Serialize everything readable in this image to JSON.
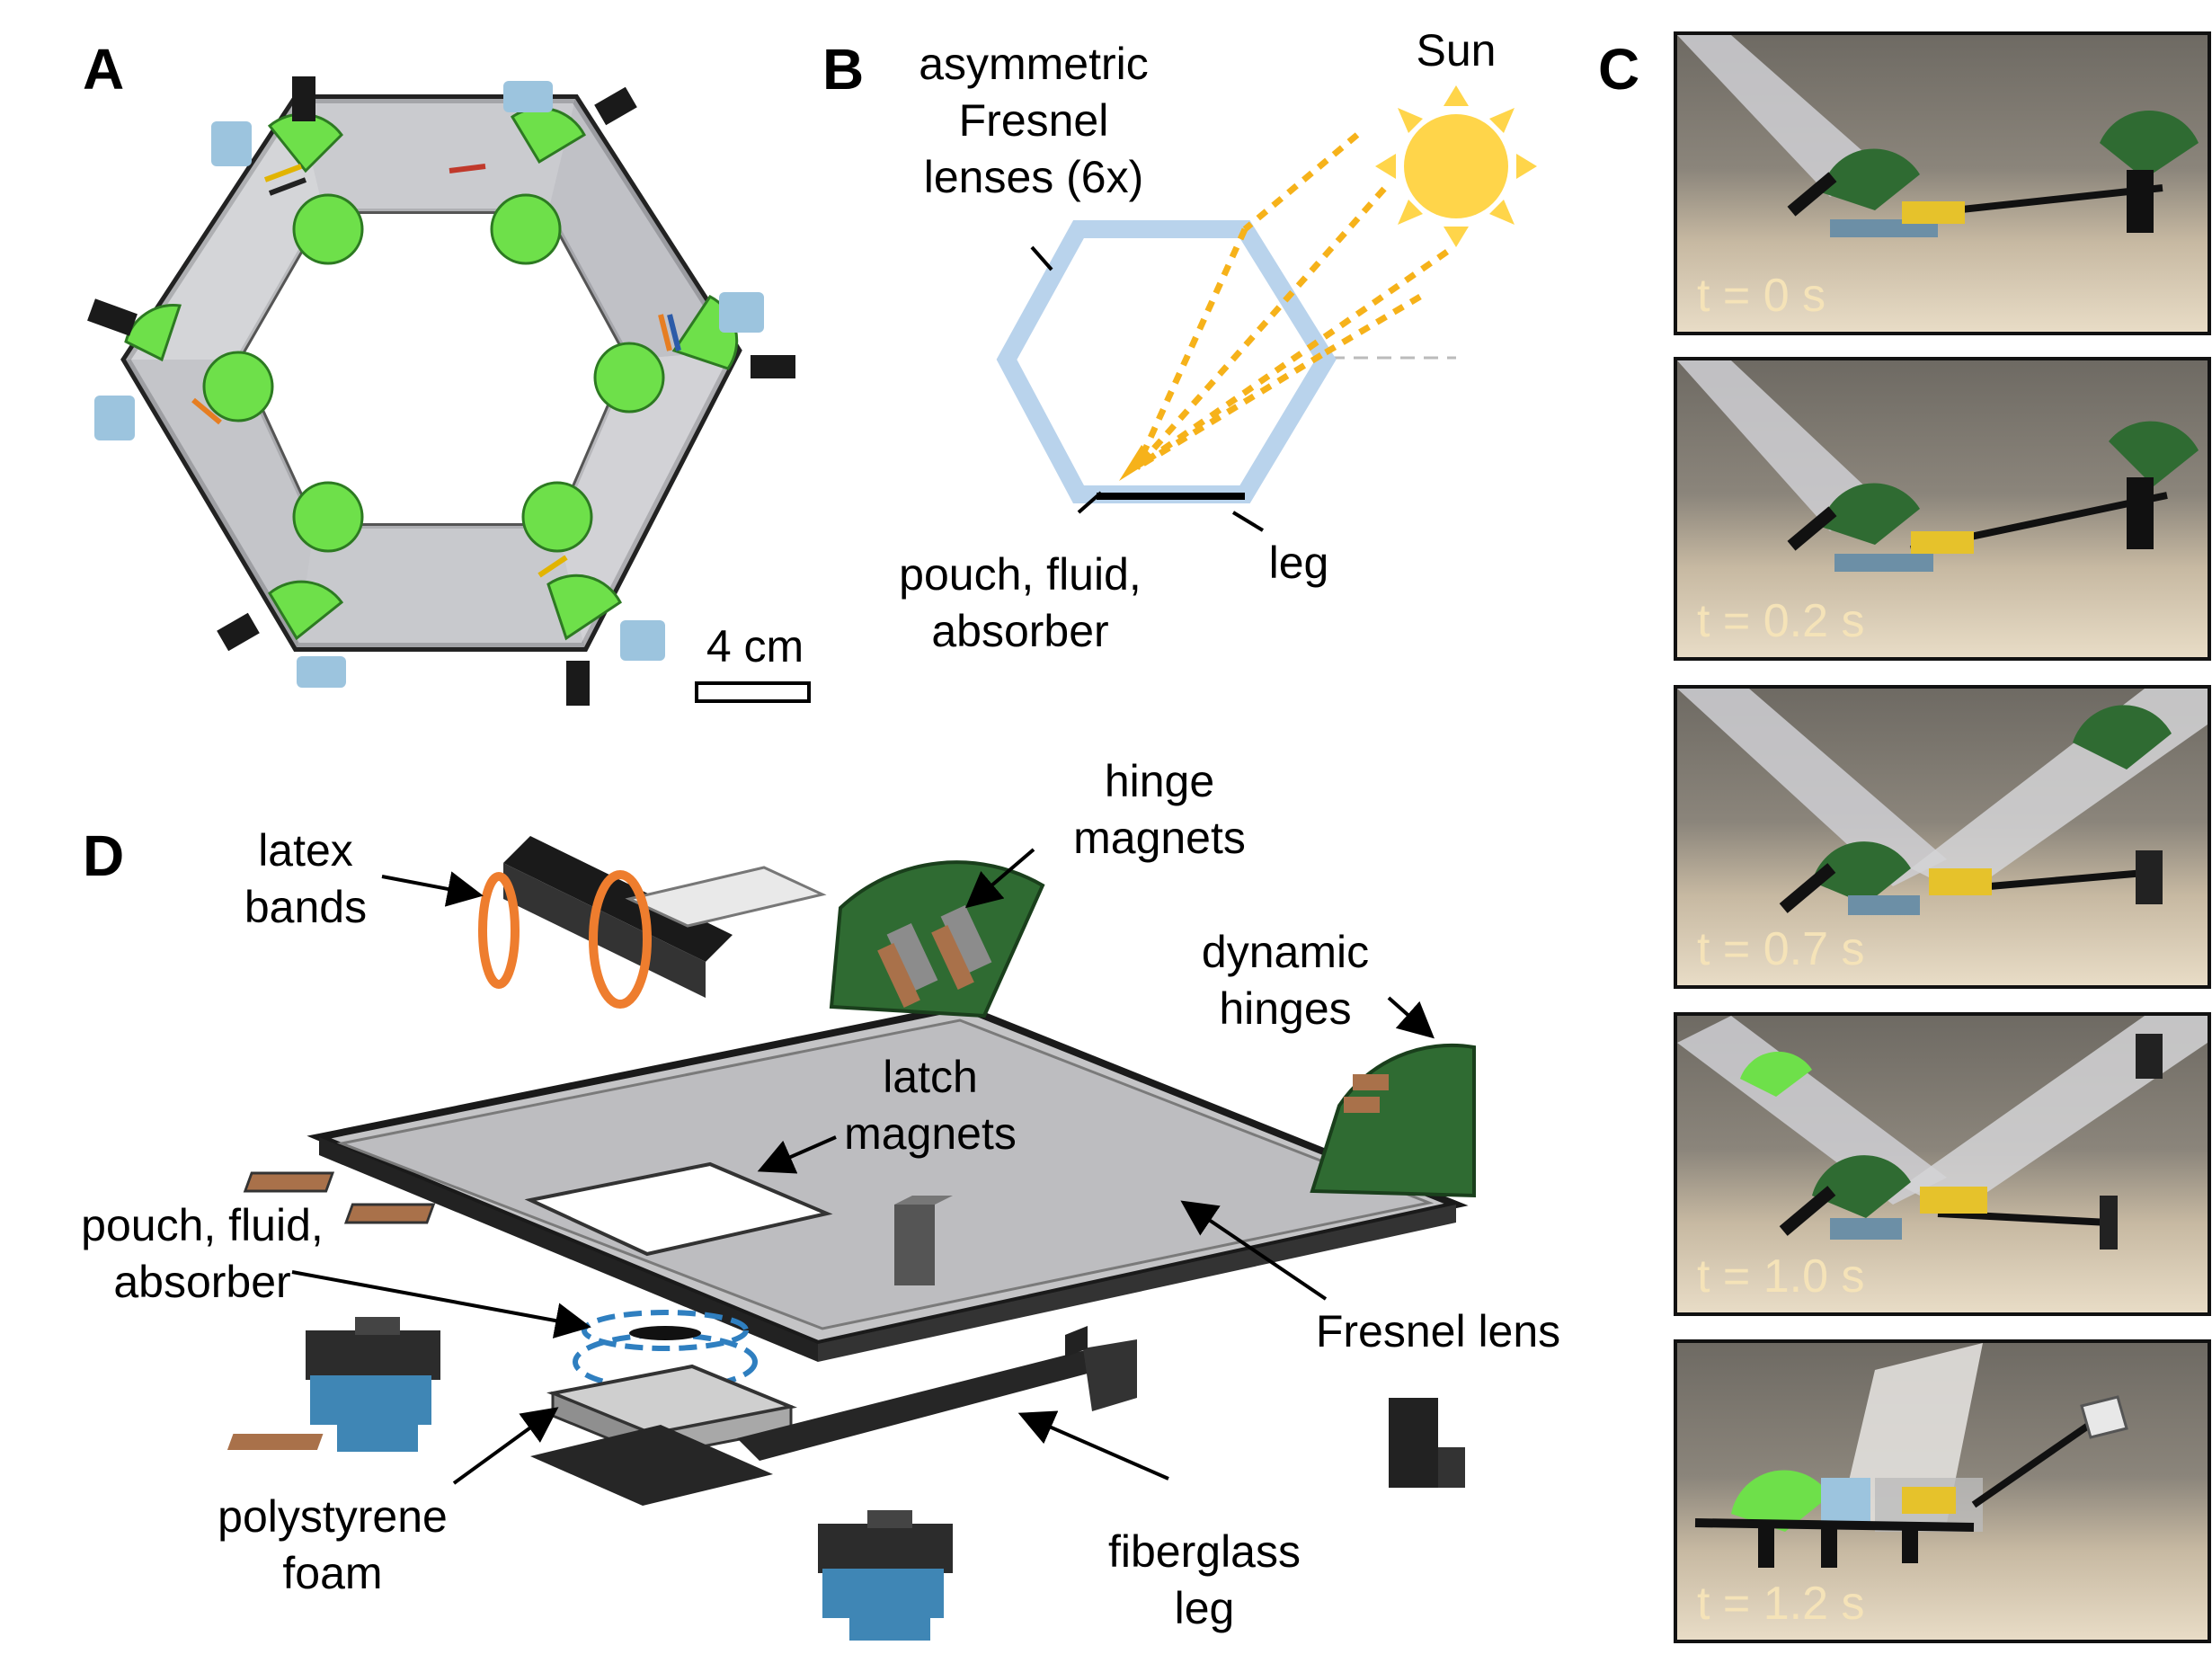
{
  "panels": {
    "a": "A",
    "b": "B",
    "c": "C",
    "d": "D"
  },
  "panel_a": {
    "scale_bar": "4 cm"
  },
  "panel_b": {
    "lens_label": [
      "asymmetric",
      "Fresnel",
      "lenses (6x)"
    ],
    "sun_label": "Sun",
    "leg_label": "leg",
    "pouch_label": [
      "pouch, fluid,",
      "absorber"
    ]
  },
  "panel_c": {
    "frames": [
      "t = 0 s",
      "t = 0.2 s",
      "t = 0.7 s",
      "t = 1.0 s",
      "t = 1.2 s"
    ]
  },
  "panel_d": {
    "latex_bands": [
      "latex",
      "bands"
    ],
    "hinge_magnets": [
      "hinge",
      "magnets"
    ],
    "dynamic_hinges": [
      "dynamic",
      "hinges"
    ],
    "latch_magnets": [
      "latch",
      "magnets"
    ],
    "pouch": [
      "pouch, fluid,",
      "absorber"
    ],
    "fresnel_lens": "Fresnel lens",
    "polystyrene_foam": [
      "polystyrene",
      "foam"
    ],
    "fiberglass_leg": [
      "fiberglass",
      "leg"
    ]
  },
  "colors": {
    "lens_blue": "#b9d3ec",
    "ray_orange": "#f6b21a",
    "sun_yellow": "#ffd54a",
    "hinge_green": "#2f6b32",
    "band_orange": "#ee7d2e",
    "foam_blue": "#3f86b5",
    "bright_green": "#6ee04a"
  }
}
